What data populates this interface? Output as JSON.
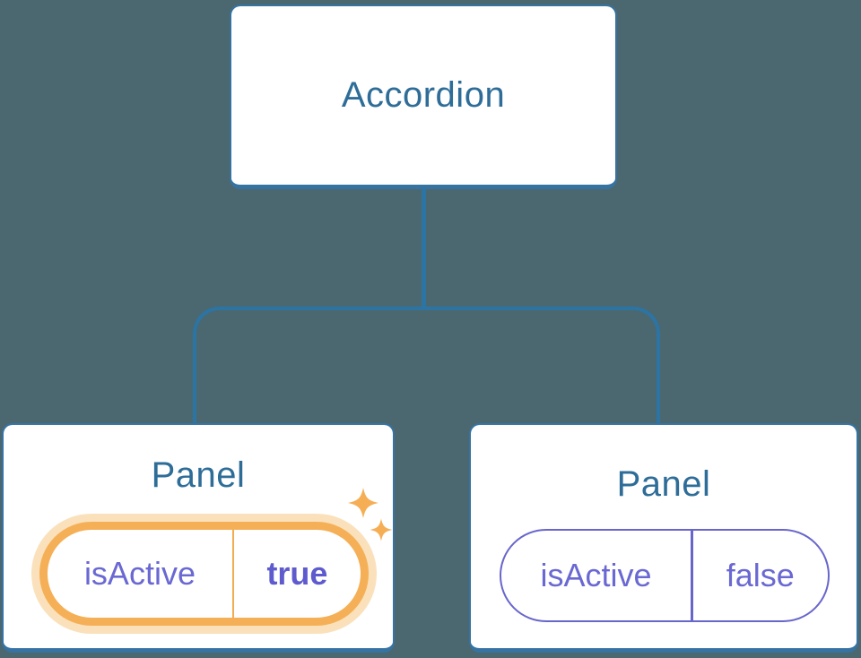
{
  "colors": {
    "background": "#4B6870",
    "node_fill": "#FFFFFF",
    "node_border": "#3673A2",
    "connector": "#2C74A4",
    "title_text": "#2E6D98",
    "state_text": "#6A68D2",
    "state_value_active_text": "#5E5BCE",
    "active_ring": "#F5B057",
    "active_halo": "#FAE1BB",
    "active_divider": "#F2AC52",
    "inactive_pill_border": "#6866CB",
    "sparkle": "#F6AE54"
  },
  "tree": {
    "root": {
      "label": "Accordion"
    },
    "panels": [
      {
        "title": "Panel",
        "prop_name": "isActive",
        "prop_value": "true",
        "active": true
      },
      {
        "title": "Panel",
        "prop_name": "isActive",
        "prop_value": "false",
        "active": false
      }
    ]
  },
  "icons": {
    "sparkles": "sparkle-icon"
  }
}
